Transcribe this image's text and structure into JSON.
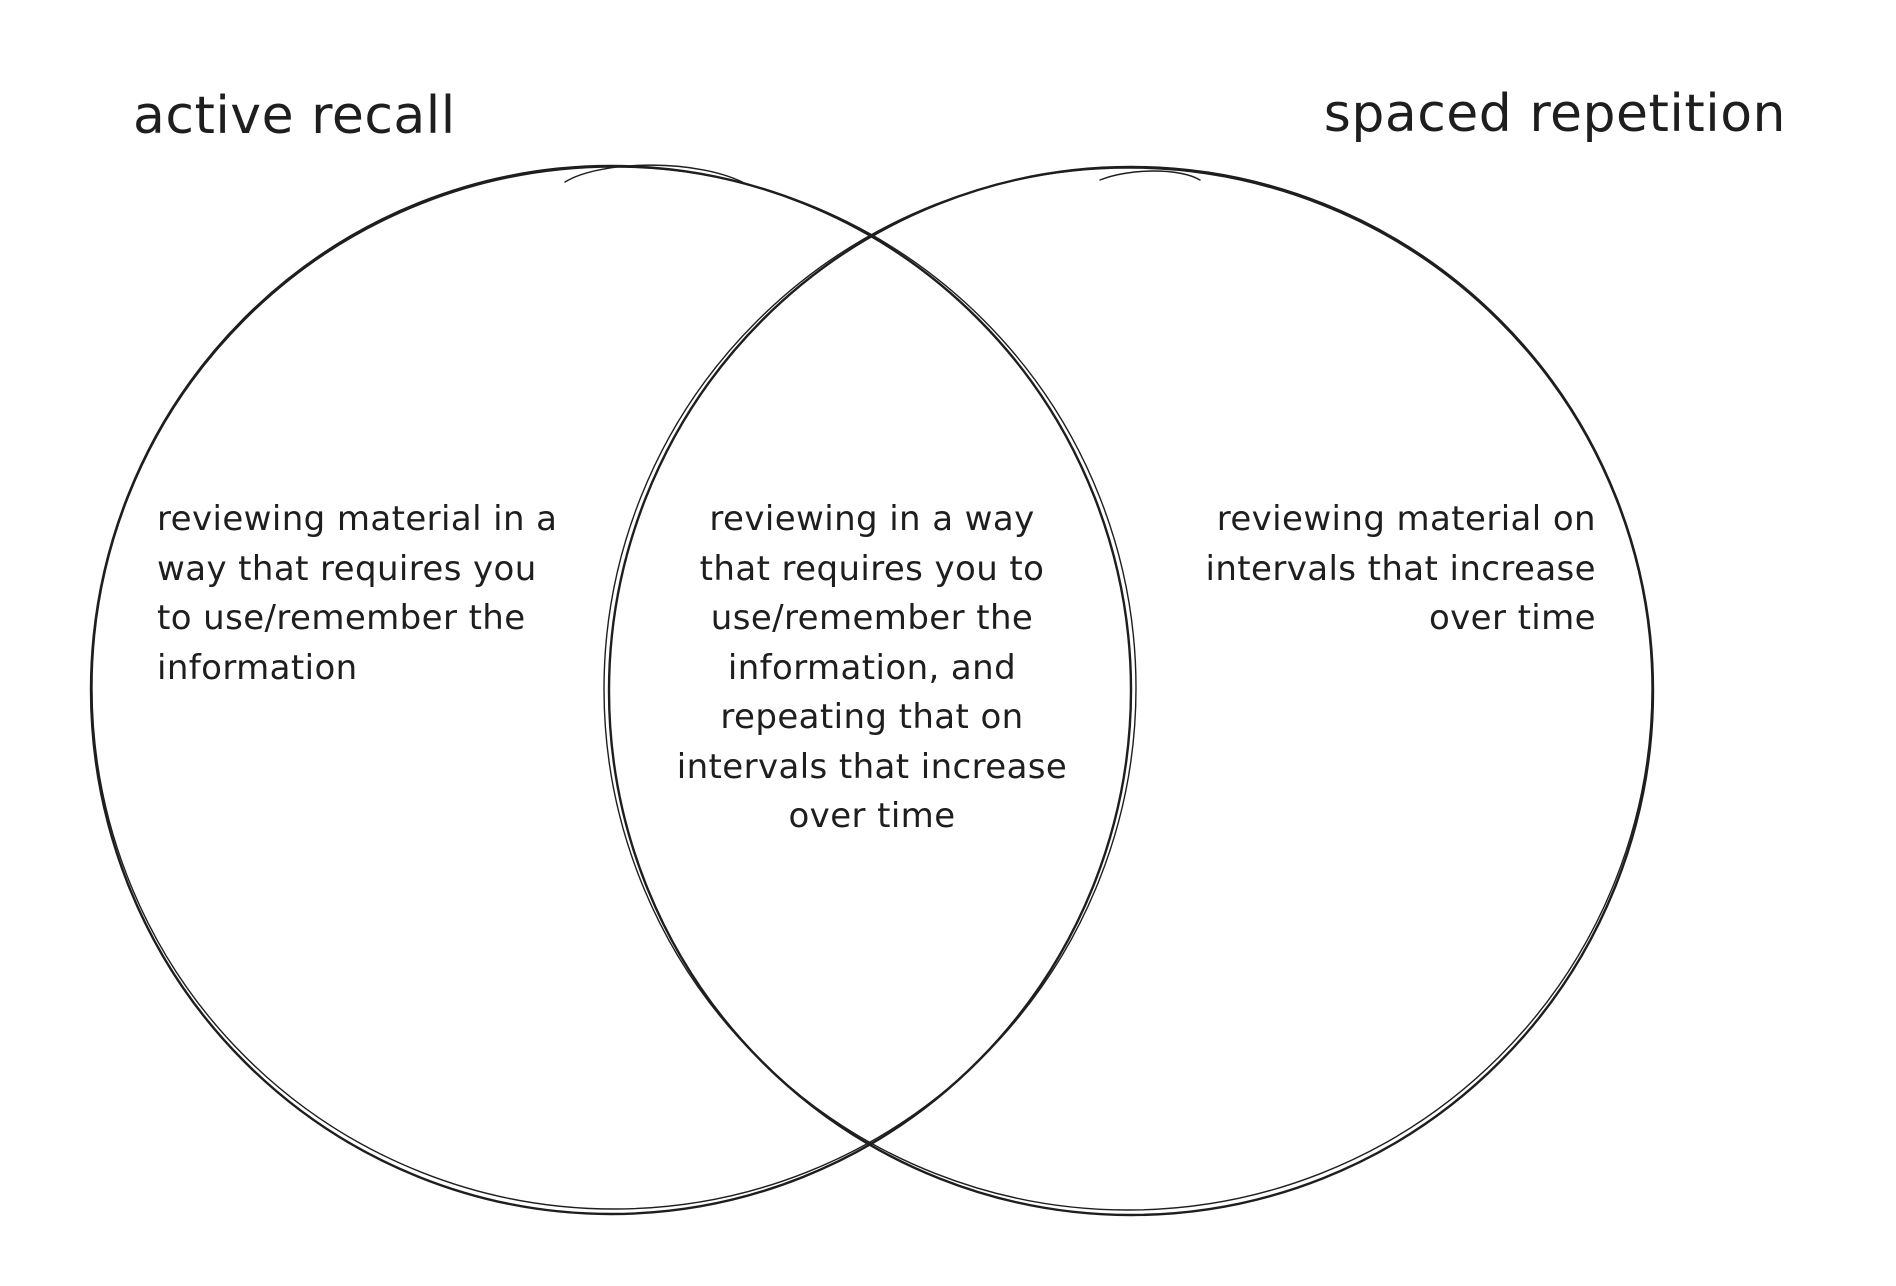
{
  "diagram": {
    "type": "venn",
    "stroke_color": "#1e1e1e",
    "background_color": "#ffffff",
    "sets": {
      "left": {
        "title": "active recall",
        "description_lines": [
          "reviewing material in a",
          "way that requires you",
          "to use/remember the",
          "information"
        ]
      },
      "right": {
        "title": "spaced repetition",
        "description_lines": [
          "reviewing material on",
          "intervals that increase",
          "over time"
        ]
      }
    },
    "intersection": {
      "description_lines": [
        "reviewing in a way",
        "that requires you to",
        "use/remember the",
        "information, and",
        "repeating that on",
        "intervals that increase",
        "over time"
      ]
    }
  }
}
